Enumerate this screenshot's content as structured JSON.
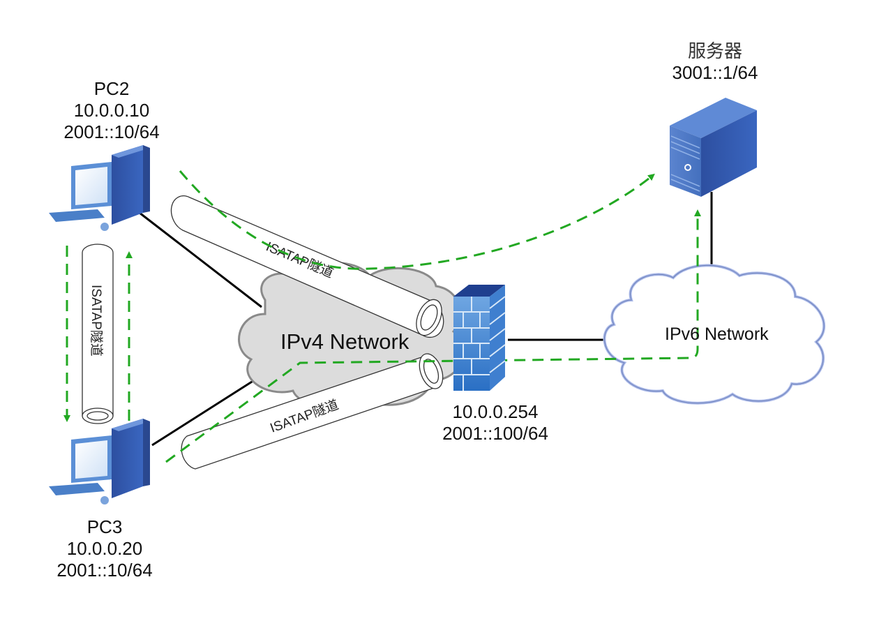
{
  "nodes": {
    "pc2": {
      "name": "PC2",
      "ipv4": "10.0.0.10",
      "ipv6": "2001::10/64",
      "icon": "desktop-pc-icon"
    },
    "pc3": {
      "name": "PC3",
      "ipv4": "10.0.0.20",
      "ipv6": "2001::10/64",
      "icon": "desktop-pc-icon"
    },
    "server": {
      "name": "服务器",
      "ipv6": "3001::1/64",
      "icon": "server-tower-icon"
    },
    "firewall": {
      "ipv4": "10.0.0.254",
      "ipv6": "2001::100/64",
      "icon": "firewall-icon"
    }
  },
  "networks": {
    "ipv4": {
      "label": "IPv4 Network",
      "fill": "#dcdcdc"
    },
    "ipv6": {
      "label": "IPv6 Network",
      "fill": "#ffffff",
      "stroke": "#a9b8e8"
    }
  },
  "tunnels": [
    {
      "id": "pc2-firewall",
      "label": "ISATAP隧道"
    },
    {
      "id": "pc3-firewall",
      "label": "ISATAP隧道"
    },
    {
      "id": "pc2-pc3",
      "label": "ISATAP隧道"
    }
  ],
  "links": [
    {
      "from": "PC2",
      "to": "IPv4 Network"
    },
    {
      "from": "PC3",
      "to": "IPv4 Network"
    },
    {
      "from": "Firewall",
      "to": "IPv6 Network"
    },
    {
      "from": "IPv6 Network",
      "to": "服务器"
    }
  ],
  "flows": [
    {
      "from": "PC2",
      "to": "服务器",
      "style": "dashed-arrow"
    },
    {
      "from": "PC3",
      "to": "服务器",
      "via": "Firewall",
      "style": "dashed-arrow"
    },
    {
      "from": "PC2",
      "to": "PC3",
      "style": "dashed-arrow"
    },
    {
      "from": "PC3",
      "to": "PC2",
      "style": "dashed-arrow"
    }
  ],
  "colors": {
    "flow": "#22a822",
    "link": "#000000",
    "device": "#2f56a6"
  }
}
